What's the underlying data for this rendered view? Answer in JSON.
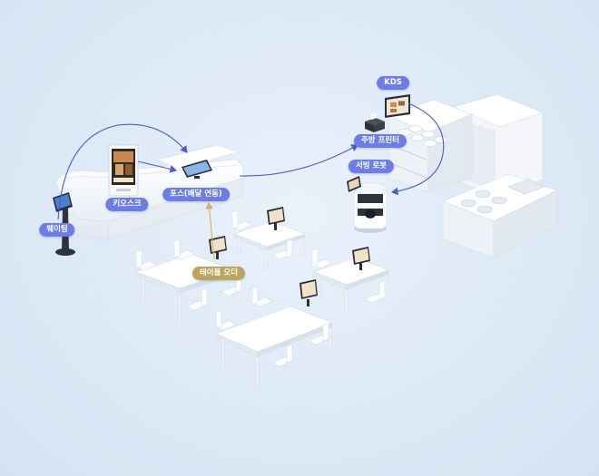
{
  "labels": {
    "waiting": "웨이팅",
    "kiosk": "키오스크",
    "pos": "포스(배달 연동)",
    "table_order": "테이블 오더",
    "kds": "KDS",
    "kitchen_printer": "주방 프린터",
    "serving_robot": "서빙 로봇"
  },
  "colors": {
    "label_blue": "#6c7de8",
    "label_gold": "#b9a55c",
    "arrow_blue": "#4a5bd4",
    "arrow_gold": "#c9b46a",
    "background": "#dde9f6"
  },
  "icons": [
    "kiosk-device",
    "waiting-stand",
    "pos-terminal",
    "tablet-stand",
    "kds-screen",
    "printer",
    "serving-robot"
  ]
}
